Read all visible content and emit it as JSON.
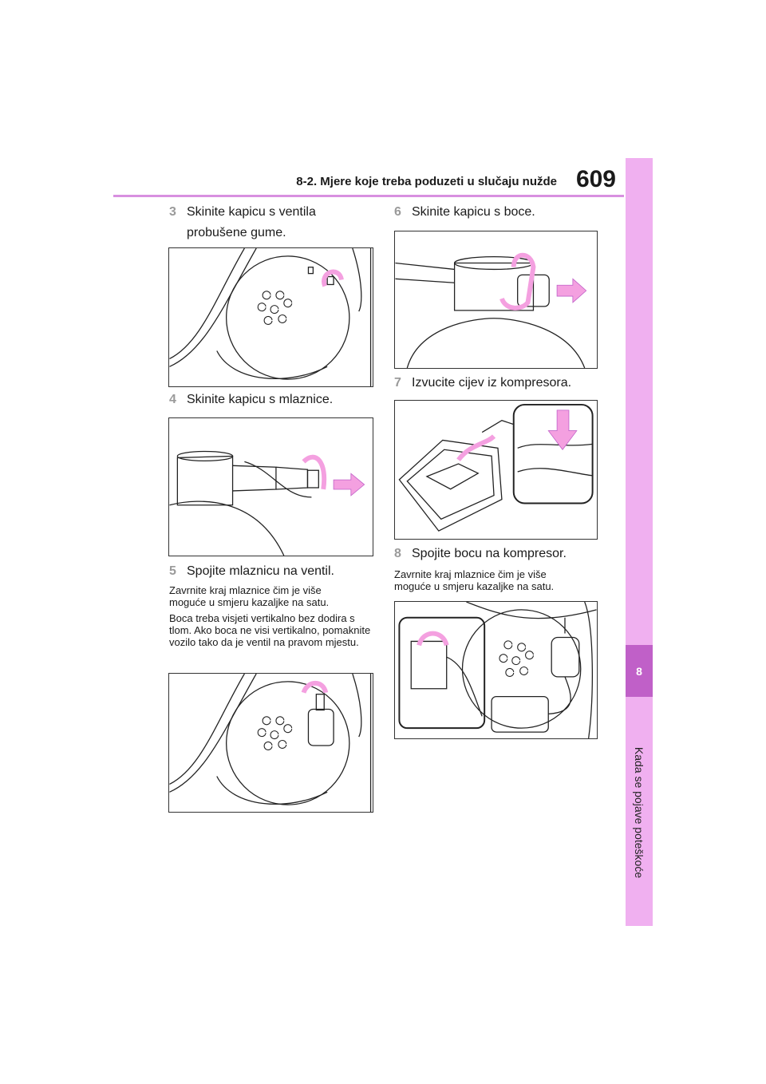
{
  "header": {
    "section": "8-2. Mjere koje treba poduzeti u slučaju nužde",
    "page_number": "609"
  },
  "side_tab": {
    "chapter_number": "8",
    "chapter_title": "Kada se pojave poteškoće"
  },
  "steps": [
    {
      "number": "3",
      "text": "Skinite kapicu s ventila probušene gume."
    },
    {
      "number": "4",
      "text": "Skinite kapicu s mlaznice."
    },
    {
      "number": "5",
      "text": "Spojite mlaznicu na ventil."
    },
    {
      "number": "6",
      "text": "Skinite kapicu s boce."
    },
    {
      "number": "7",
      "text": "Izvucite cijev iz kompresora."
    },
    {
      "number": "8",
      "text": "Spojite bocu na kompresor."
    }
  ],
  "notes": {
    "step5_note1": "Zavrnite kraj mlaznice čim je više moguće u smjeru kazaljke na satu.",
    "step5_note2": "Boca treba visjeti vertikalno bez dodira s tlom. Ako boca ne visi vertikalno, pomaknite vozilo tako da je ventil na pravom mjestu.",
    "step8_note1": "Zavrnite kraj mlaznice čim je više moguće u smjeru kazaljke na satu."
  },
  "colors": {
    "accent": "#f0b0f0",
    "accent_line": "#d890e0",
    "side_tab_number_bg": "#c060c8",
    "arrow": "#f4a0e0"
  },
  "icons": [
    "clockwise-arrow-icon",
    "pull-arrow-icon",
    "press-arrow-icon"
  ]
}
